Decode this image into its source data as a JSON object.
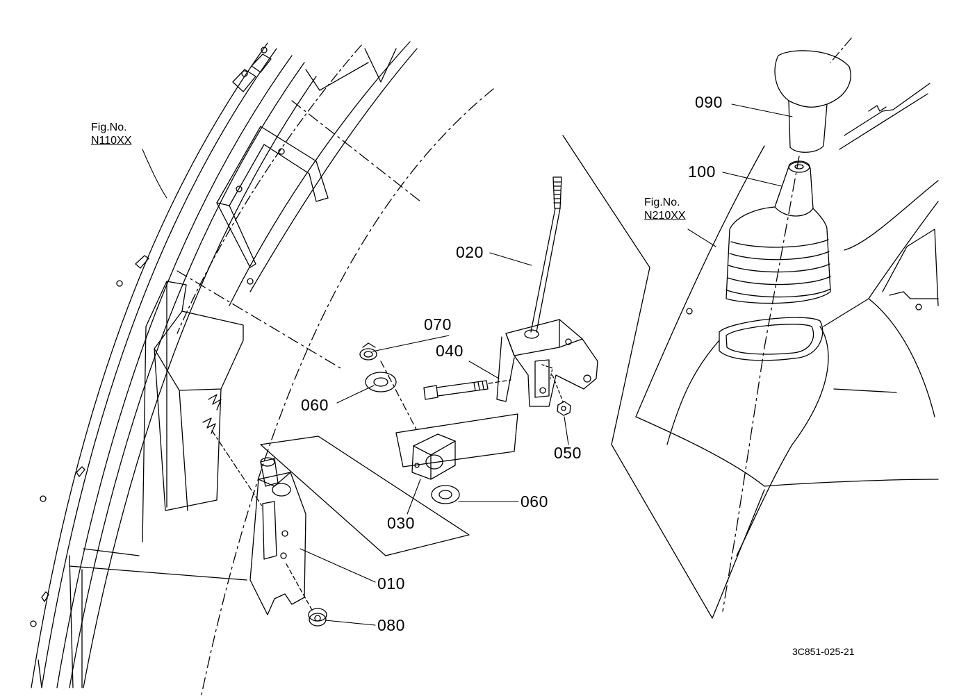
{
  "figure_refs": {
    "left": {
      "line1": "Fig.No.",
      "line2": "N110XX"
    },
    "right": {
      "line1": "Fig.No.",
      "line2": "N210XX"
    }
  },
  "part_labels": {
    "p010": "010",
    "p020": "020",
    "p030": "030",
    "p040": "040",
    "p050": "050",
    "p060a": "060",
    "p060b": "060",
    "p070": "070",
    "p080": "080",
    "p090": "090",
    "p100": "100"
  },
  "drawing_code": "3C851-025-21"
}
